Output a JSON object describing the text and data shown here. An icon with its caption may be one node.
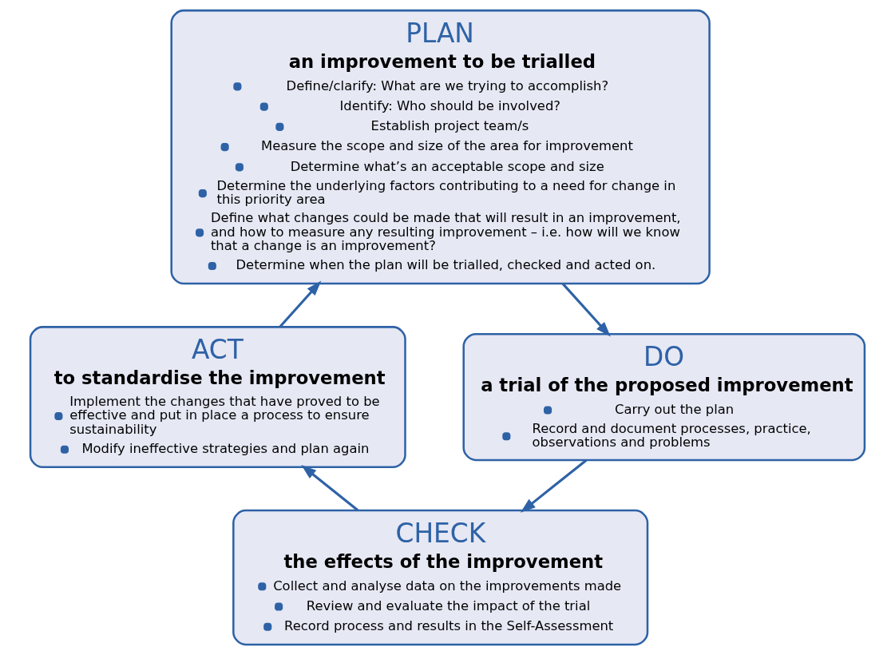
{
  "diagram": {
    "nodes": [
      {
        "text": [
          "PLAN",
          "an improvement to be trialled",
          "Define/clarify: What are we trying to accomplish?",
          "Identify: Who should be involved?",
          "Establish project team/s",
          "Measure the scope and size of the area for improvement",
          "Determine what’s an acceptable scope and size",
          "Determine the underlying factors contributing to a need for change in this priority area",
          "Define what changes could be made that will result in an improvement, and how to measure any resulting improvement – i.e. how will we know that a change is an improvement?",
          "Determine when the plan will be trialled, checked and acted on."
        ]
      },
      {
        "text": [
          "ACT",
          "to standardise the improvement",
          "Implement the changes that have proved to be effective and put in place a process to ensure sustainability",
          "Modify ineffective strategies and plan again"
        ]
      },
      {
        "text": [
          "DO",
          "a trial of the proposed improvement",
          "Carry out the plan",
          "Record and document processes, practice, observations and problems"
        ]
      },
      {
        "text": [
          "CHECK",
          "the effects of the improvement",
          "Collect and analyse data on the improvements made",
          "Review and evaluate the impact of the trial",
          "Record process and results in the Self-Assessment"
        ]
      }
    ],
    "edges": [
      {
        "from": 0,
        "to": 2,
        "arrow": "to"
      },
      {
        "from": 2,
        "to": 3,
        "arrow": "to"
      },
      {
        "from": 3,
        "to": 1,
        "arrow": "to"
      },
      {
        "from": 1,
        "to": 0,
        "arrow": "to"
      }
    ]
  }
}
